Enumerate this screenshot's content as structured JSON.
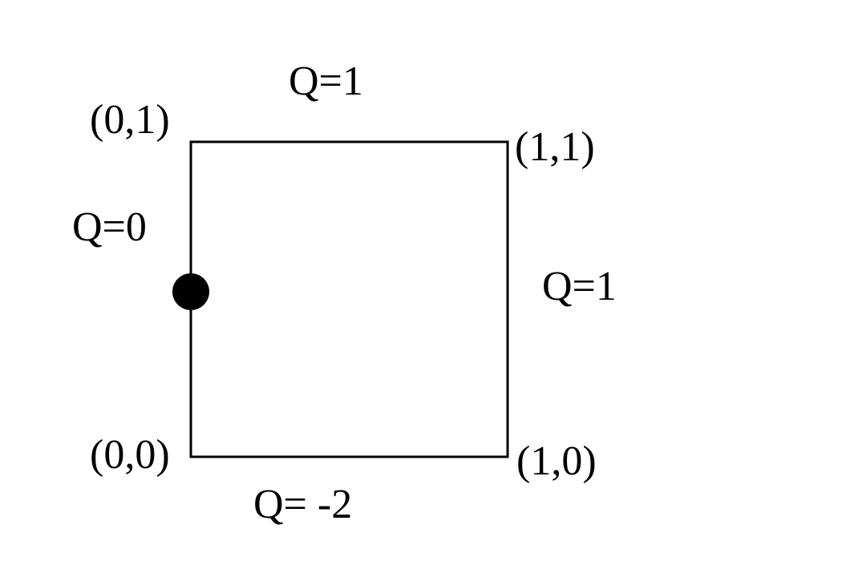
{
  "diagram": {
    "corners": {
      "top_left": "(0,1)",
      "top_right": "(1,1)",
      "bottom_left": "(0,0)",
      "bottom_right": "(1,0)"
    },
    "edges": {
      "top": "Q=1",
      "left": "Q=0",
      "right": "Q=1",
      "bottom": "Q= -2"
    }
  },
  "colors": {
    "stroke": "#000000",
    "background": "#ffffff"
  }
}
